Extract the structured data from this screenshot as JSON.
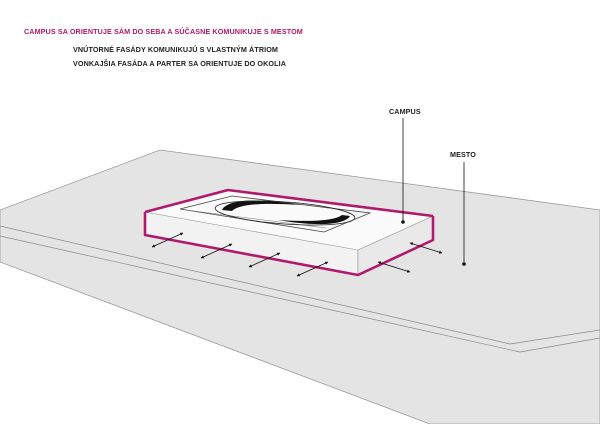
{
  "heading": {
    "title": "CAMPUS SA ORIENTUJE SÁM DO SEBA A SÚČASNE KOMUNIKUJE S MESTOM",
    "line1": "VNÚTORNÉ FASÁDY KOMUNIKUJÚ S VLASTNÝM ÁTRIOM",
    "line2": "VONKAJŠIA FASÁDA A PARTER SA ORIENTUJE DO OKOLIA"
  },
  "labels": {
    "campus": "CAMPUS",
    "mesto": "MESTO"
  },
  "colors": {
    "accent": "#b0196e",
    "ground": "#e4e4e4",
    "ground_stroke": "#9a9a9a",
    "block_side": "#f0f0f0",
    "block_top": "#fafafa"
  }
}
